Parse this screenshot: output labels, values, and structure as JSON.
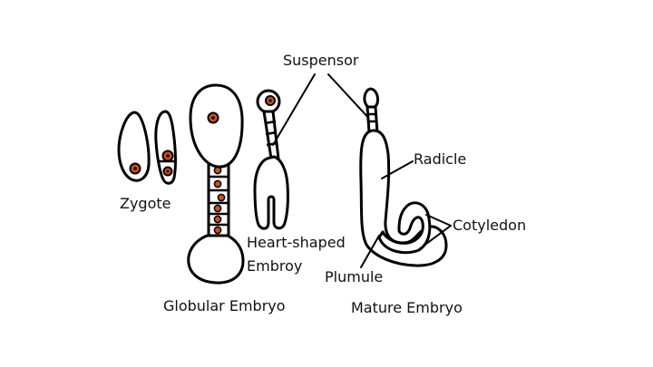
{
  "labels": {
    "zygote": "Zygote",
    "suspensor": "Suspensor",
    "heart_line1": "Heart-shaped",
    "heart_line2": "Embroy",
    "globular": "Globular Embryo",
    "radicle": "Radicle",
    "cotyledon": "Cotyledon",
    "plumule": "Plumule",
    "mature": "Mature Embryo"
  },
  "colors": {
    "nucleus_fill": "#d0501c",
    "outline": "#000000"
  }
}
